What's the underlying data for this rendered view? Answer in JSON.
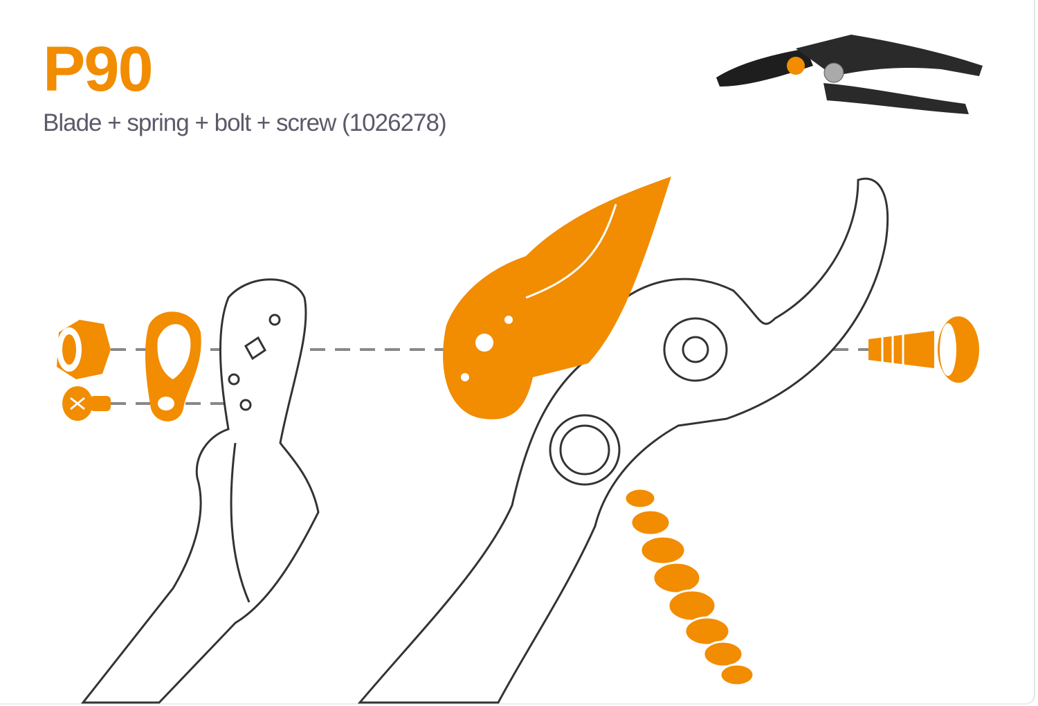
{
  "product": {
    "model": "P90",
    "description": "Blade + spring + bolt + screw (1026278)"
  },
  "colors": {
    "accent": "#f28c00",
    "outline": "#333333",
    "subtitle": "#5a5a6a"
  },
  "diagram": {
    "parts": [
      "nut",
      "screw",
      "spring",
      "blade",
      "bolt",
      "handle-spring",
      "upper-handle",
      "lower-handle"
    ],
    "highlighted_parts": [
      "nut",
      "screw",
      "spring",
      "blade",
      "bolt",
      "handle-spring"
    ]
  }
}
